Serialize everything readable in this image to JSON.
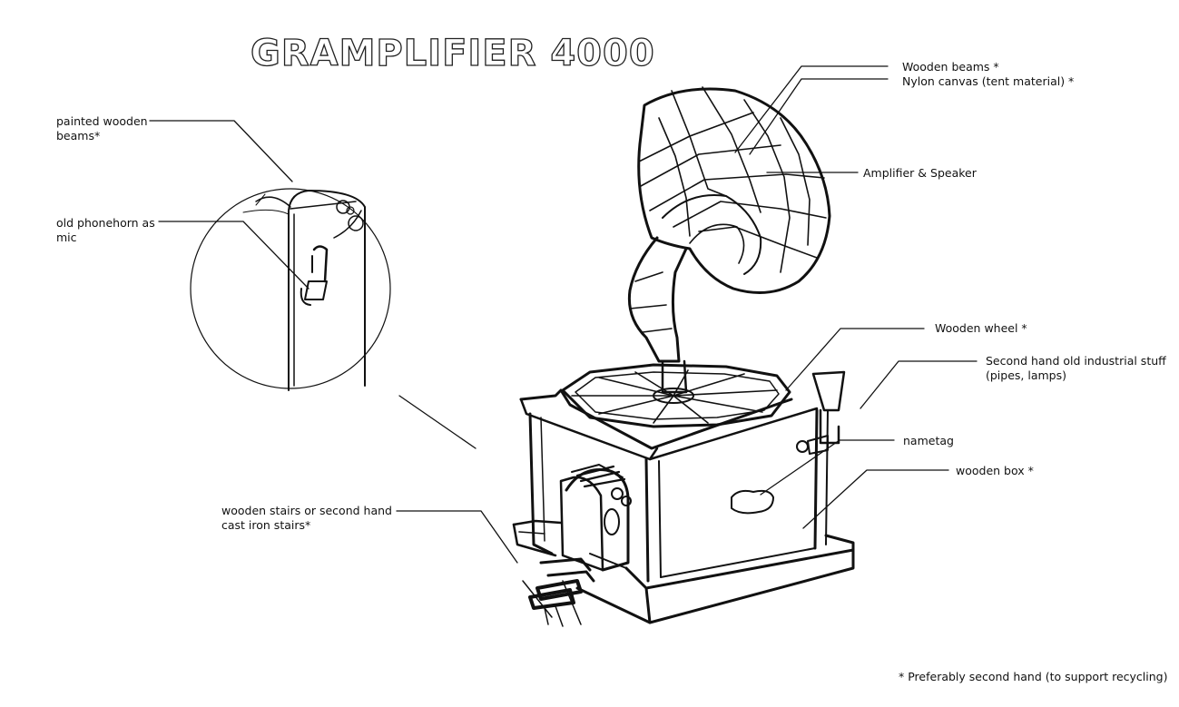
{
  "title": "GRAMPLIFIER 4000",
  "labels": {
    "painted_wooden_beams": "painted wooden\nbeams*",
    "old_phonehorn": "old phonehorn as\nmic",
    "wooden_stairs": "wooden stairs or second hand\ncast iron stairs*",
    "wooden_beams": "Wooden beams *",
    "nylon_canvas": "Nylon canvas (tent material) *",
    "amplifier_speaker": "Amplifier & Speaker",
    "wooden_wheel": "Wooden wheel *",
    "industrial_stuff": "Second hand old industrial stuff\n(pipes, lamps)",
    "nametag": "nametag",
    "wooden_box": "wooden box *"
  },
  "footnote": "* Preferably second hand (to support recycling)"
}
